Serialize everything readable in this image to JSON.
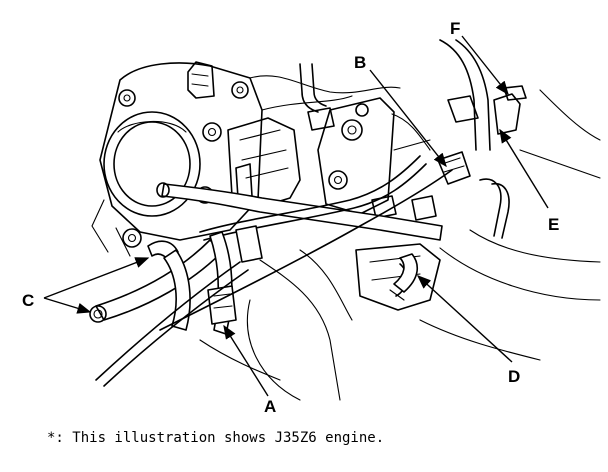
{
  "diagram": {
    "callouts": {
      "a": "A",
      "b": "B",
      "c": "C",
      "d": "D",
      "e": "E",
      "f": "F"
    }
  },
  "footnote": "*: This illustration shows J35Z6 engine."
}
